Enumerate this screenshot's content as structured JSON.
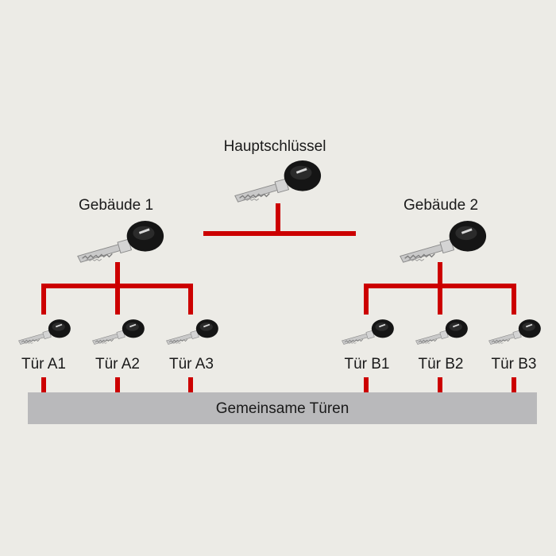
{
  "accent_color": "#cc0000",
  "root": {
    "label": "Hauptschlüssel",
    "icon": "key-icon"
  },
  "groups": [
    {
      "label": "Gebäude 1",
      "icon": "key-icon",
      "doors": [
        {
          "label": "Tür A1"
        },
        {
          "label": "Tür A2"
        },
        {
          "label": "Tür A3"
        }
      ]
    },
    {
      "label": "Gebäude 2",
      "icon": "key-icon",
      "doors": [
        {
          "label": "Tür B1"
        },
        {
          "label": "Tür B2"
        },
        {
          "label": "Tür B3"
        }
      ]
    }
  ],
  "common_doors": {
    "label": "Gemeinsame Türen"
  }
}
